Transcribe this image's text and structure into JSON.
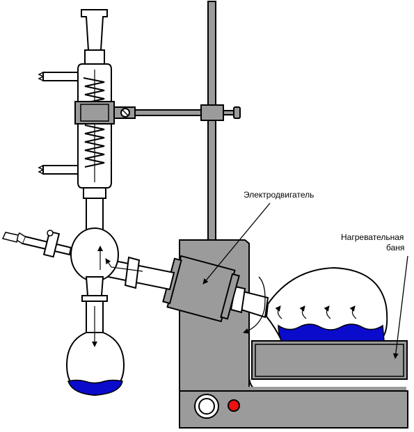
{
  "labels": {
    "motor": "Электродвигатель",
    "bath_line1": "Нагревательная",
    "bath_line2": "баня"
  },
  "colors": {
    "equipment_gray": "#9b9b9b",
    "glass_fill": "#ffffff",
    "outline": "#000000",
    "liquid_blue": "#0b0bcc",
    "indicator_red": "#ee1111"
  }
}
